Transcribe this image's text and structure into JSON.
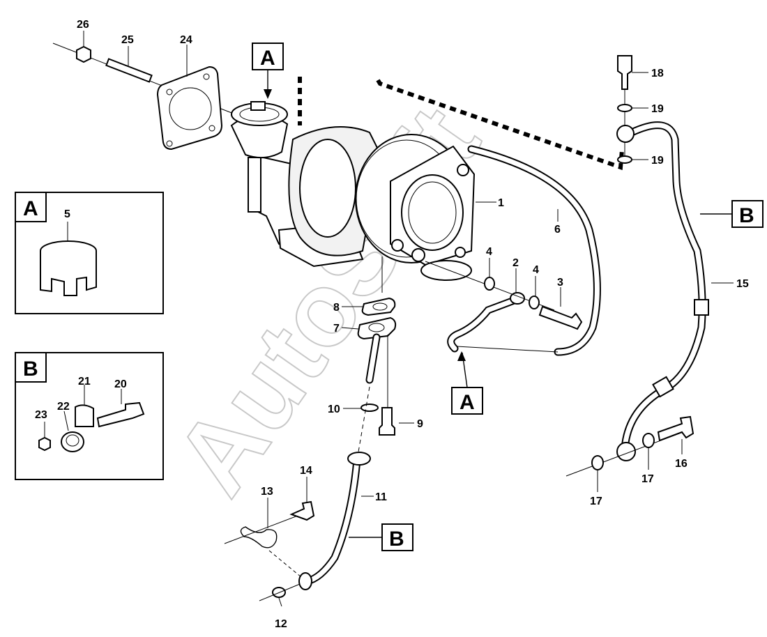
{
  "watermark": "AutoSoft",
  "callouts": {
    "c1": "1",
    "c2": "2",
    "c3": "3",
    "c4a": "4",
    "c4b": "4",
    "c5": "5",
    "c6": "6",
    "c7": "7",
    "c8": "8",
    "c9": "9",
    "c10": "10",
    "c11": "11",
    "c12": "12",
    "c13": "13",
    "c14": "14",
    "c15": "15",
    "c16": "16",
    "c17a": "17",
    "c17b": "17",
    "c18": "18",
    "c19a": "19",
    "c19b": "19",
    "c20": "20",
    "c21": "21",
    "c22": "22",
    "c23": "23",
    "c24": "24",
    "c25": "25",
    "c26": "26"
  },
  "reference_labels": {
    "ref_a_top": "A",
    "ref_a_bottom": "A",
    "ref_b_right": "B",
    "ref_b_bottom": "B",
    "detail_a_title": "A",
    "detail_b_title": "B"
  }
}
